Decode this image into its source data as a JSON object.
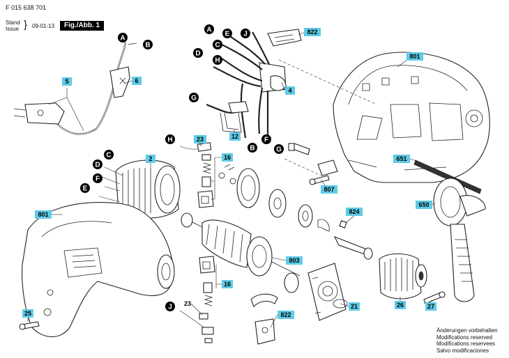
{
  "header": {
    "doc_number": "F 015 638 701",
    "stand_label": "Stand",
    "issue_label": "Issue",
    "date": "09-01-13",
    "fig_label": "Fig./Abb. 1"
  },
  "notes": [
    "Änderungen vorbehalten",
    "Modifications reserved",
    "Modifications reservees",
    "Salvo modificaciones"
  ],
  "part_labels": {
    "p5": "5",
    "p6": "6",
    "p12": "12",
    "p4": "4",
    "p822a": "822",
    "p801a": "801",
    "p23a": "23",
    "p16a": "16",
    "p2": "2",
    "p801b": "801",
    "p807": "807",
    "p651": "651",
    "p650": "650",
    "p824": "824",
    "p803": "803",
    "p16b": "16",
    "p23b": "23",
    "p822b": "822",
    "p21": "21",
    "p26": "26",
    "p27": "27",
    "p25": "25"
  },
  "wire_labels": {
    "A1": "A",
    "B1": "B",
    "A2": "A",
    "E2": "E",
    "J2": "J",
    "C2": "C",
    "D2": "D",
    "H2": "H",
    "G2": "G",
    "B2": "B",
    "F2": "F",
    "H3": "H",
    "G3": "G",
    "C4": "C",
    "D4": "D",
    "F4": "F",
    "E4": "E",
    "J5": "J"
  }
}
